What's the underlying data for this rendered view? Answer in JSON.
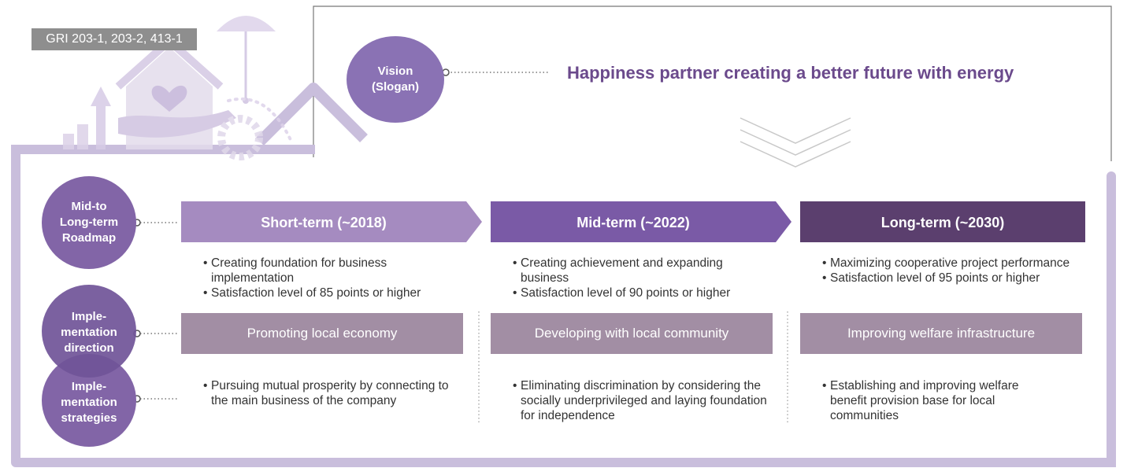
{
  "gri_tag": "GRI 203-1, 203-2, 413-1",
  "vision": {
    "label": "Vision\n(Slogan)",
    "slogan": "Happiness partner creating a better future with energy"
  },
  "rows": {
    "roadmap": "Mid-to\nLong-term\nRoadmap",
    "direction": "Imple-\nmentation\ndirection",
    "strategies": "Imple-\nmentation\nstrategies"
  },
  "columns": [
    {
      "phase": "Short-term (~2018)",
      "goals": [
        "Creating foundation for business implementation",
        "Satisfaction level of 85 points or higher"
      ],
      "direction": "Promoting local economy",
      "strategy": "Pursuing mutual prosperity by connecting to the main business of the company"
    },
    {
      "phase": "Mid-term (~2022)",
      "goals": [
        "Creating achievement and expanding business",
        "Satisfaction level of 90 points or higher"
      ],
      "direction": "Developing with local community",
      "strategy": "Eliminating discrimination by considering the socially underprivileged and laying foundation for independence"
    },
    {
      "phase": "Long-term (~2030)",
      "goals": [
        "Maximizing cooperative project performance",
        "Satisfaction level of 95 points or higher"
      ],
      "direction": "Improving welfare infrastructure",
      "strategy": "Establishing and improving welfare benefit provision base for local communities"
    }
  ],
  "colors": {
    "short": "#a58bc0",
    "mid": "#7a5aa6",
    "long": "#5b3f6e",
    "direction_box": "#a28ea4",
    "frame": "#c9bedc",
    "circle": "#8265a7",
    "slogan": "#6b4a8c"
  }
}
